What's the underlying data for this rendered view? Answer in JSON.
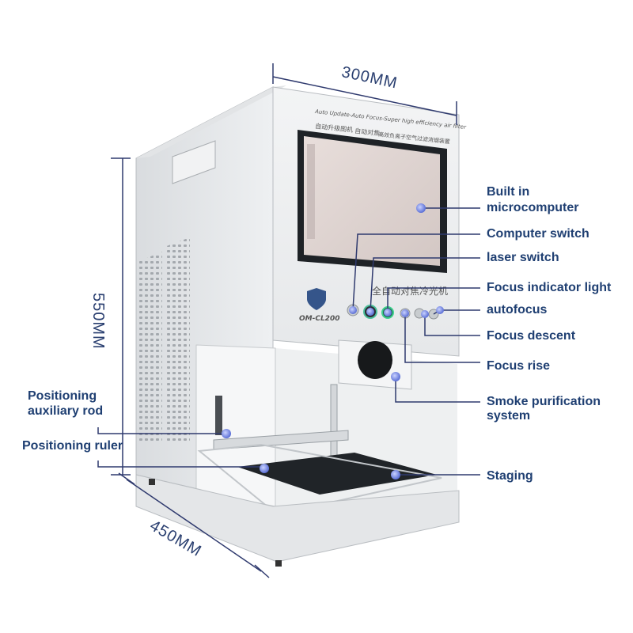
{
  "dimensions": {
    "width": "300MM",
    "height": "550MM",
    "depth": "450MM"
  },
  "machine": {
    "header_line": "Auto Update-Auto Focus-Super high efficiency air filter",
    "panel_text_1": "自动升级图机",
    "panel_text_2": "自动对焦",
    "panel_text_3": "高效负离子空气过滤消烟装置",
    "front_title": "全自动对焦冷光机",
    "model": "OM-CL200"
  },
  "labels": {
    "built_in_line1": "Built in",
    "built_in_line2": "microcomputer",
    "computer_switch": "Computer switch",
    "laser_switch": "laser switch",
    "focus_indicator": "Focus indicator light",
    "autofocus": "autofocus",
    "focus_descent": "Focus descent",
    "focus_rise": "Focus rise",
    "smoke_line1": "Smoke purification",
    "smoke_line2": "system",
    "staging": "Staging",
    "rod_line1": "Positioning",
    "rod_line2": "auxiliary rod",
    "ruler": "Positioning ruler"
  },
  "colors": {
    "label": "#1f3f72",
    "leader": "#2f3a6e",
    "dot": "#6a7fe0"
  }
}
